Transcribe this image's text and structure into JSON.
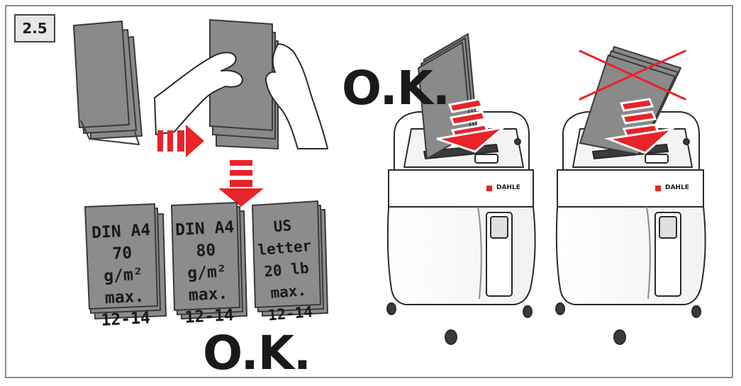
{
  "step_label": "2.5",
  "ok_label": "O.K.",
  "ok_label_bottom": "O.K.",
  "brand": "DAHLE",
  "paper_stacks": [
    {
      "line1": "DIN A4",
      "line2": "70 g/m²",
      "line3": "max.",
      "line4": "12-14"
    },
    {
      "line1": "DIN A4",
      "line2": "80 g/m²",
      "line3": "max.",
      "line4": "12-14"
    },
    {
      "line1": "US letter",
      "line2": "20 lb",
      "line3": "max.",
      "line4": "12-14"
    }
  ],
  "colors": {
    "arrow": "#e8232a",
    "paper": "#8a8a8a",
    "paper_edge": "#3a3a3a",
    "cross": "#e8232a"
  }
}
